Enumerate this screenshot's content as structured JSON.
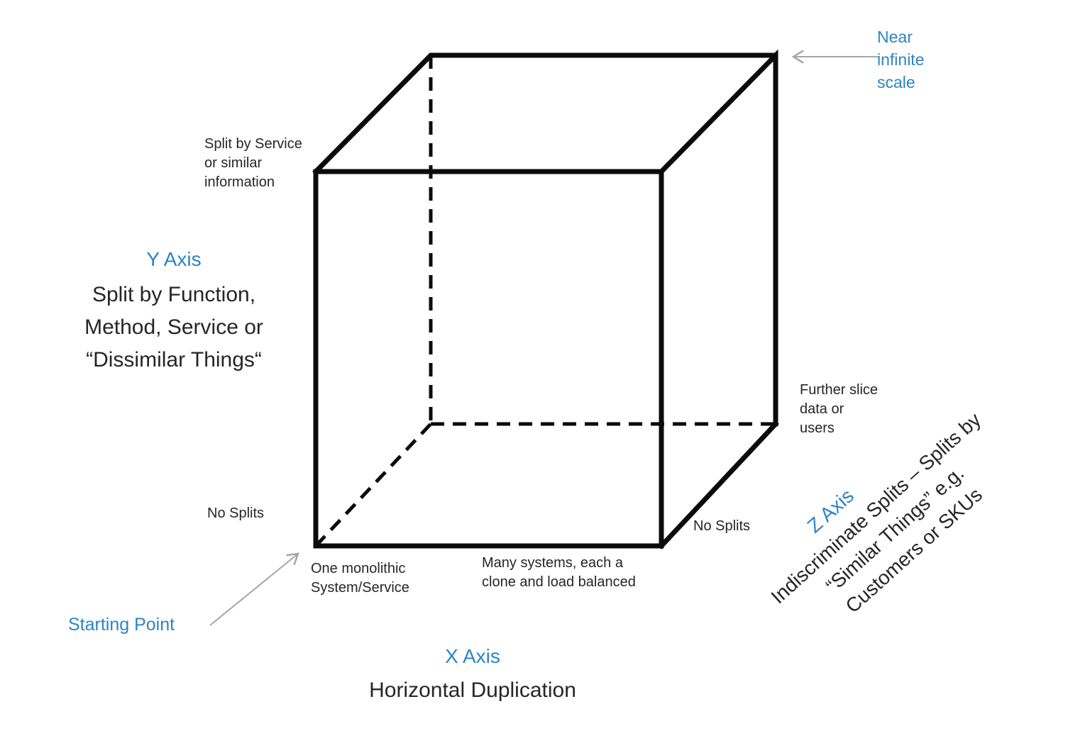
{
  "colors": {
    "accent_blue": "#2b84c6",
    "cube_line": "#0b0b0b",
    "arrow_gray": "#a6a6a6",
    "text_dark": "#262626"
  },
  "labels": {
    "near_infinite_scale": {
      "lines": [
        "Near",
        "infinite",
        "scale"
      ]
    },
    "split_by_service": {
      "lines": [
        "Split by Service",
        "or similar",
        "information"
      ]
    },
    "y_axis": {
      "title": "Y Axis",
      "desc_lines": [
        "Split by Function,",
        "Method, Service or",
        "“Dissimilar Things“"
      ]
    },
    "no_splits_left": "No Splits",
    "starting_point": "Starting Point",
    "one_monolithic": {
      "lines": [
        "One monolithic",
        "System/Service"
      ]
    },
    "many_systems": {
      "lines": [
        "Many systems, each a",
        "clone and load balanced"
      ]
    },
    "x_axis": {
      "title": "X Axis",
      "desc": "Horizontal Duplication"
    },
    "no_splits_right": "No Splits",
    "further_slice": {
      "lines": [
        "Further slice",
        "data or",
        "users"
      ]
    },
    "z_axis": {
      "title": "Z Axis",
      "desc_lines": [
        "Indiscriminate Splits – Splits by",
        "“Similar Things” e.g.",
        "Customers or SKUs"
      ]
    }
  }
}
